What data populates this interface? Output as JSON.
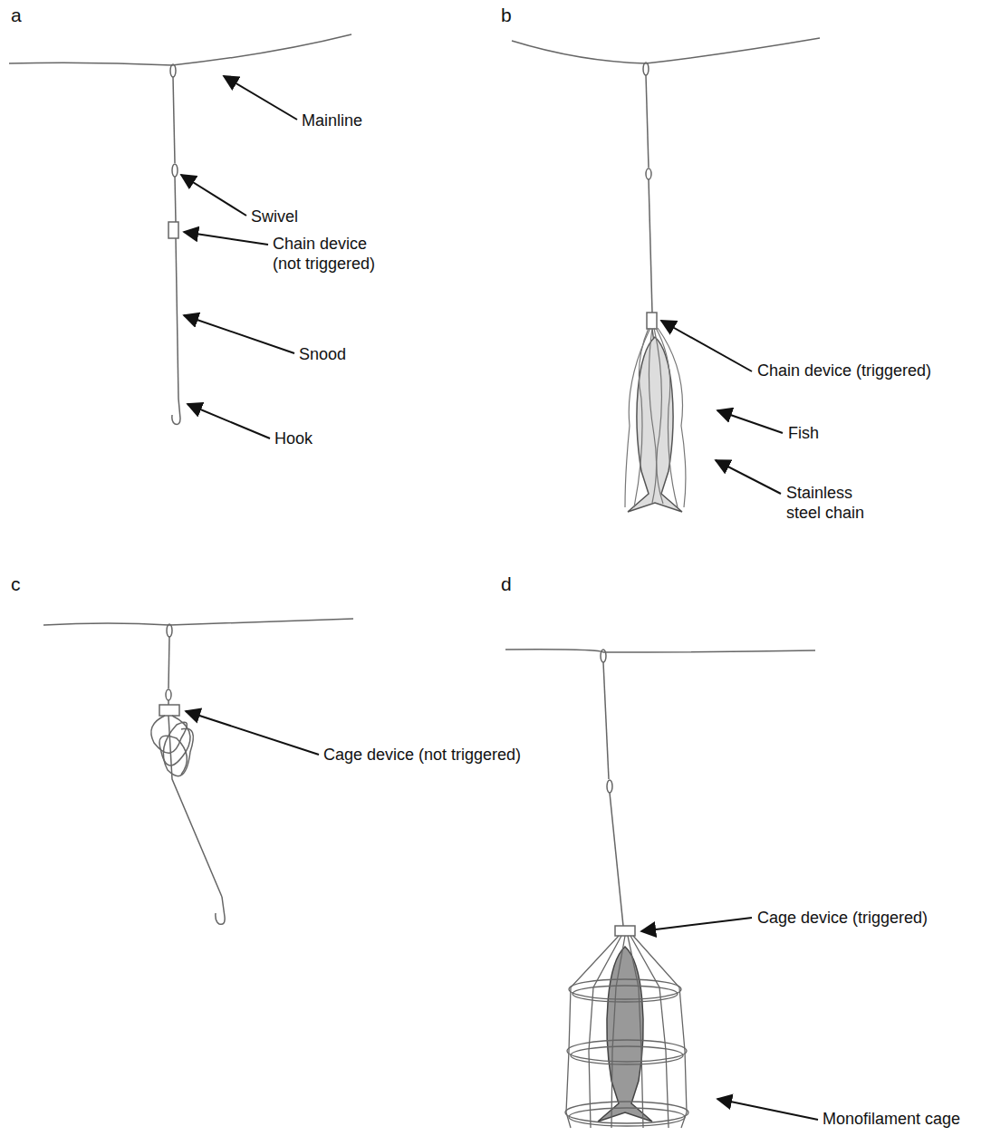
{
  "diagram": {
    "labels": [
      "a",
      "b",
      "c",
      "d",
      "Mainline",
      "Swivel",
      "Chain device (not triggered)",
      "Snood",
      "Hook",
      "Chain device (triggered)",
      "Fish",
      "Stainless steel chain",
      "Cage device (not triggered)",
      "Cage device (triggered)",
      "Monofilament cage"
    ]
  }
}
